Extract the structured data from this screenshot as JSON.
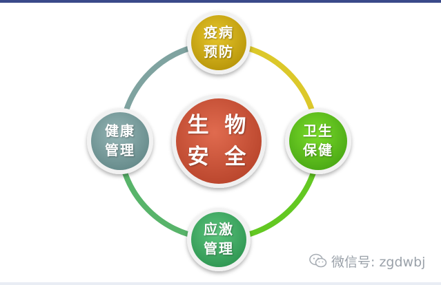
{
  "diagram": {
    "center": {
      "line1": "生 物",
      "line2": "安 全"
    },
    "nodes": {
      "top": {
        "line1": "疫病",
        "line2": "预防",
        "color": "#cfae10"
      },
      "right": {
        "line1": "卫生",
        "line2": "保健",
        "color": "#5fc41d"
      },
      "bottom": {
        "line1": "应激",
        "line2": "管理",
        "color": "#3fae64"
      },
      "left": {
        "line1": "健康",
        "line2": "管理",
        "color": "#7a9e9e"
      }
    },
    "center_color": "#c8543a"
  },
  "watermark": {
    "text": "微信号: zgdwbj",
    "icon": "wechat-icon"
  }
}
